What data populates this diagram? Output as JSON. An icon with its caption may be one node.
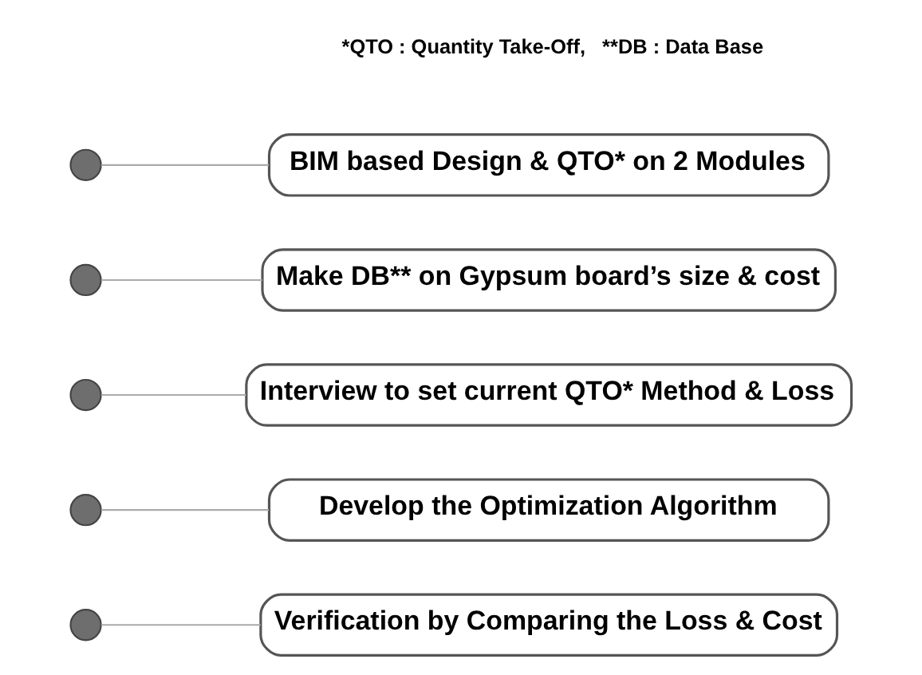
{
  "diagram": {
    "nodes": [
      {
        "text": [],
        "shape": "circle"
      },
      {
        "text": [
          "BIM based Design & QTO* on 2 Modules"
        ]
      },
      {
        "text": [],
        "shape": "circle"
      },
      {
        "text": [
          "Make DB** on Gypsum board’s size & cost"
        ]
      },
      {
        "text": [],
        "shape": "circle"
      },
      {
        "text": [
          "Interview to set current QTO* Method & Loss"
        ]
      },
      {
        "text": [],
        "shape": "circle"
      },
      {
        "text": [
          "Develop the Optimization Algorithm"
        ]
      },
      {
        "text": [],
        "shape": "circle"
      },
      {
        "text": [
          "Verification by Comparing the Loss & Cost"
        ]
      }
    ],
    "edges": [
      {
        "from": 0,
        "to": 1,
        "arrow": "none"
      },
      {
        "from": 2,
        "to": 3,
        "arrow": "none"
      },
      {
        "from": 4,
        "to": 5,
        "arrow": "none"
      },
      {
        "from": 6,
        "to": 7,
        "arrow": "none"
      },
      {
        "from": 8,
        "to": 9,
        "arrow": "none"
      }
    ],
    "labels": [
      "*QTO : Quantity Take-Off,   **DB : Data Base"
    ]
  }
}
